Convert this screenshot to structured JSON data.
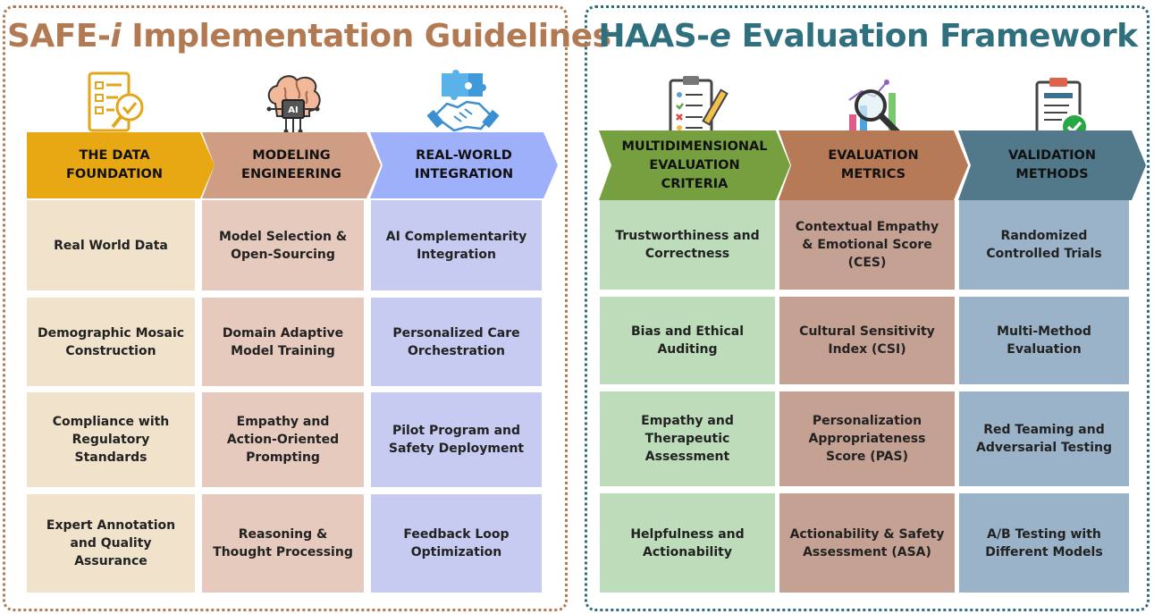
{
  "left": {
    "title_a": "SAFE-",
    "title_b": "i",
    "title_c": " Implementation Guidelines",
    "columns": [
      {
        "header_line1": "THE DATA",
        "header_line2": "FOUNDATION",
        "icon": "checklist-magnifier-icon",
        "color": "#e8a814",
        "cell_color": "#f1e2cb",
        "cells": [
          "Real World Data",
          "Demographic Mosaic Construction",
          "Compliance with Regulatory Standards",
          "Expert Annotation and Quality Assurance"
        ]
      },
      {
        "header_line1": "MODELING",
        "header_line2": "ENGINEERING",
        "icon": "ai-brain-icon",
        "color": "#cf9d83",
        "cell_color": "#e6cabe",
        "cells": [
          "Model Selection & Open-Sourcing",
          "Domain Adaptive Model Training",
          "Empathy and Action-Oriented Prompting",
          "Reasoning & Thought Processing"
        ]
      },
      {
        "header_line1": "REAL-WORLD",
        "header_line2": "INTEGRATION",
        "icon": "puzzle-handshake-icon",
        "color": "#9fb0fb",
        "cell_color": "#c7cbf1",
        "cells": [
          "AI Complementarity Integration",
          "Personalized Care Orchestration",
          "Pilot Program and Safety Deployment",
          "Feedback Loop Optimization"
        ]
      }
    ]
  },
  "right": {
    "title_a": "HAAS-",
    "title_b": "e",
    "title_c": " Evaluation Framework",
    "columns": [
      {
        "header_line1": "MULTIDIMENSIONAL",
        "header_line2": "EVALUATION",
        "header_line3": "CRITERIA",
        "icon": "clipboard-pencil-icon",
        "color": "#76a03f",
        "cell_color": "#bcdcba",
        "cells": [
          "Trustworthiness and Correctness",
          "Bias and Ethical Auditing",
          "Empathy and Therapeutic Assessment",
          "Helpfulness and Actionability"
        ]
      },
      {
        "header_line1": "EVALUATION",
        "header_line2": "METRICS",
        "icon": "chart-magnifier-icon",
        "color": "#b77a56",
        "cell_color": "#c5a193",
        "cells": [
          "Contextual Empathy & Emotional Score (CES)",
          "Cultural Sensitivity Index (CSI)",
          "Personalization Appropriateness Score (PAS)",
          "Actionability & Safety Assessment (ASA)"
        ]
      },
      {
        "header_line1": "VALIDATION",
        "header_line2": "METHODS",
        "icon": "clipboard-check-icon",
        "color": "#52798a",
        "cell_color": "#9bb3c8",
        "cells": [
          "Randomized Controlled Trials",
          "Multi-Method Evaluation",
          "Red Teaming and Adversarial Testing",
          "A/B Testing with Different Models"
        ]
      }
    ]
  }
}
